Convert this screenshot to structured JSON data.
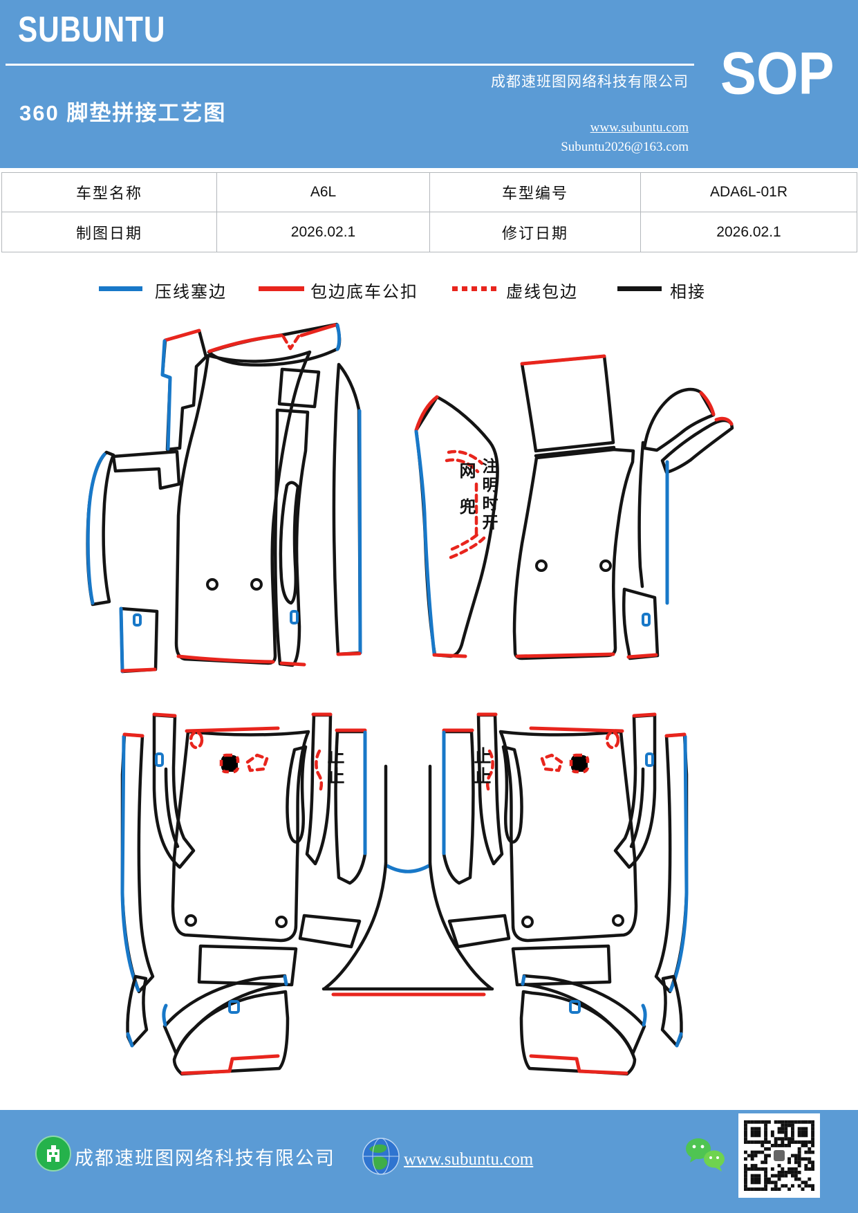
{
  "colors": {
    "header_bg": "#5b9bd5",
    "line_blue": "#1878c8",
    "line_red": "#e8251d",
    "line_black": "#141414",
    "footer_bg": "#5b9bd5",
    "logo_green": "#25b24b",
    "wechat_green": "#50c332",
    "globe_blue": "#2f74d0"
  },
  "header": {
    "brand": "SUBUNTU",
    "company": "成都速班图网络科技有限公司",
    "badge": "SOP",
    "title": "360 脚垫拼接工艺图",
    "website": "www.subuntu.com",
    "email": "Subuntu2026@163.com"
  },
  "info_table": {
    "rows": [
      {
        "c1": "车型名称",
        "c2": "A6L",
        "c3": "车型编号",
        "c4": "ADA6L-01R"
      },
      {
        "c1": "制图日期",
        "c2": "2026.02.1",
        "c3": "修订日期",
        "c4": "2026.02.1"
      }
    ]
  },
  "legend": {
    "items": [
      {
        "label": "压线塞边",
        "color": "#1878c8",
        "style": "solid"
      },
      {
        "label": "包边底车公扣",
        "color": "#e8251d",
        "style": "solid"
      },
      {
        "label": "虚线包边",
        "color": "#e8251d",
        "style": "dashed"
      },
      {
        "label": "相接",
        "color": "#141414",
        "style": "solid"
      }
    ]
  },
  "diagram": {
    "net_pocket": "网兜",
    "note": "注明时开",
    "stop_left": "止止",
    "stop_right": "止止"
  },
  "footer": {
    "company": "成都速班图网络科技有限公司",
    "website": "www.subuntu.com"
  }
}
